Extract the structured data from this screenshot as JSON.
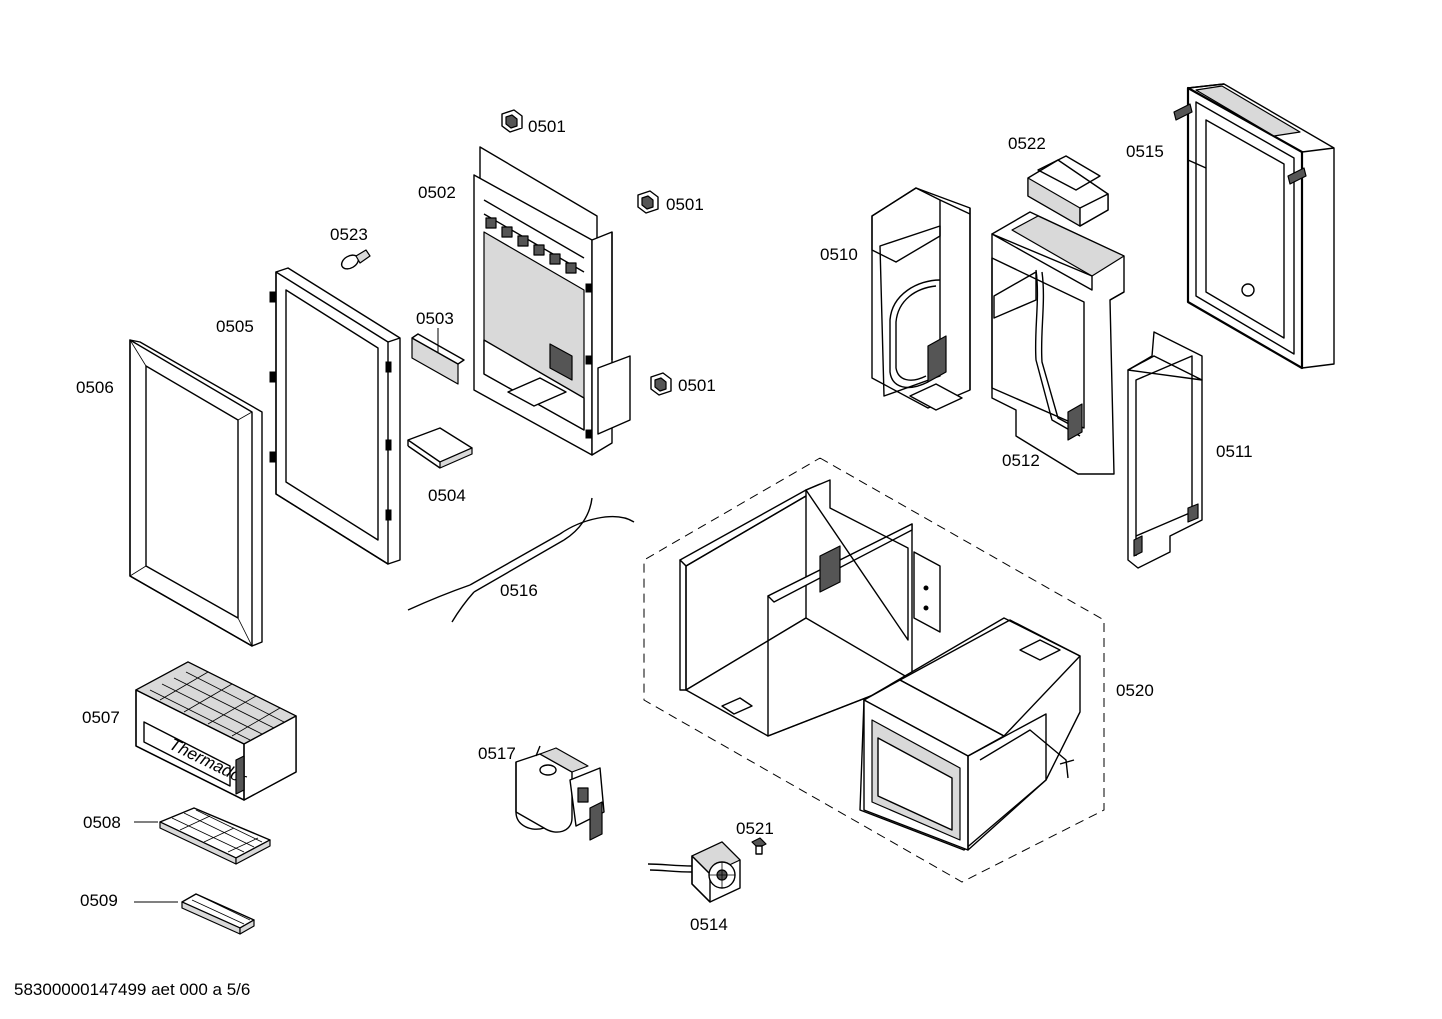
{
  "parts": [
    {
      "key": "p0501a",
      "number": "0501"
    },
    {
      "key": "p0501b",
      "number": "0501"
    },
    {
      "key": "p0501c",
      "number": "0501"
    },
    {
      "key": "p0502",
      "number": "0502"
    },
    {
      "key": "p0503",
      "number": "0503"
    },
    {
      "key": "p0504",
      "number": "0504"
    },
    {
      "key": "p0505",
      "number": "0505"
    },
    {
      "key": "p0506",
      "number": "0506"
    },
    {
      "key": "p0507",
      "number": "0507"
    },
    {
      "key": "p0508",
      "number": "0508"
    },
    {
      "key": "p0509",
      "number": "0509"
    },
    {
      "key": "p0510",
      "number": "0510"
    },
    {
      "key": "p0511",
      "number": "0511"
    },
    {
      "key": "p0512",
      "number": "0512"
    },
    {
      "key": "p0514",
      "number": "0514"
    },
    {
      "key": "p0515",
      "number": "0515"
    },
    {
      "key": "p0516",
      "number": "0516"
    },
    {
      "key": "p0517",
      "number": "0517"
    },
    {
      "key": "p0520",
      "number": "0520"
    },
    {
      "key": "p0521",
      "number": "0521"
    },
    {
      "key": "p0522",
      "number": "0522"
    },
    {
      "key": "p0523",
      "number": "0523"
    }
  ],
  "footer": {
    "document_id": "58300000147499 aet 000 a 5/6"
  },
  "logo_text": "Thermador"
}
